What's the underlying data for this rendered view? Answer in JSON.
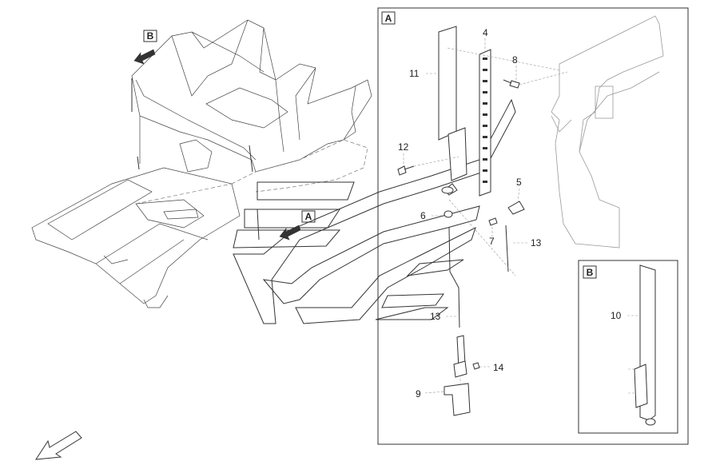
{
  "detail_boxes": {
    "A": {
      "label": "A"
    },
    "B": {
      "label": "B"
    }
  },
  "view_markers": {
    "A": {
      "label": "A"
    },
    "B": {
      "label": "B"
    }
  },
  "callouts": {
    "c4": "4",
    "c5": "5",
    "c6": "6",
    "c7": "7",
    "c8": "8",
    "c9": "9",
    "c10": "10",
    "c11": "11",
    "c12": "12",
    "c13a": "13",
    "c13b": "13",
    "c14": "14"
  },
  "icons": [
    "direction-arrow-icon",
    "view-arrow-icon"
  ]
}
